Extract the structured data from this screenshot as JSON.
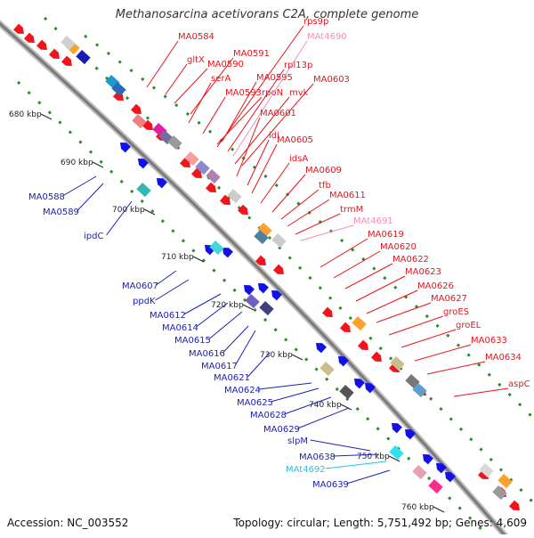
{
  "title": "Methanosarcina acetivorans C2A, complete genome",
  "footer": {
    "accession": "Accession: NC_003552",
    "topology": "Topology: circular; Length: 5,751,492 bp; Genes: 4,609"
  },
  "colors": {
    "forward_label": "#e8141b",
    "reverse_label": "#1f22b0",
    "trna_forward": "#f58fb5",
    "trna_reverse": "#22c3e6",
    "backbone": "#9a9a9a",
    "tick": "#2e8b2e"
  },
  "ticks": [
    {
      "kbp": 680,
      "label": "680 kbp"
    },
    {
      "kbp": 690,
      "label": "690 kbp"
    },
    {
      "kbp": 700,
      "label": "700 kbp"
    },
    {
      "kbp": 710,
      "label": "710 kbp"
    },
    {
      "kbp": 720,
      "label": "720 kbp"
    },
    {
      "kbp": 730,
      "label": "730 kbp"
    },
    {
      "kbp": 740,
      "label": "740 kbp"
    },
    {
      "kbp": 750,
      "label": "750 kbp"
    },
    {
      "kbp": 760,
      "label": "760 kbp"
    }
  ],
  "forward_genes": [
    {
      "name": "MA0584",
      "type": "gene"
    },
    {
      "name": "gltX",
      "type": "gene"
    },
    {
      "name": "MA0590",
      "type": "gene"
    },
    {
      "name": "MA0591",
      "type": "gene"
    },
    {
      "name": "serA",
      "type": "gene"
    },
    {
      "name": "MA0593",
      "type": "gene"
    },
    {
      "name": "rpoN",
      "type": "gene"
    },
    {
      "name": "MA0595",
      "type": "gene"
    },
    {
      "name": "rpl13p",
      "type": "gene"
    },
    {
      "name": "rps9p",
      "type": "gene"
    },
    {
      "name": "MAt4690",
      "type": "trna"
    },
    {
      "name": "mvk",
      "type": "gene"
    },
    {
      "name": "MA0603",
      "type": "gene"
    },
    {
      "name": "MA0601",
      "type": "gene"
    },
    {
      "name": "idi",
      "type": "gene"
    },
    {
      "name": "MA0605",
      "type": "gene"
    },
    {
      "name": "idsA",
      "type": "gene"
    },
    {
      "name": "MA0609",
      "type": "gene"
    },
    {
      "name": "tfb",
      "type": "gene"
    },
    {
      "name": "MA0611",
      "type": "gene"
    },
    {
      "name": "trmM",
      "type": "gene"
    },
    {
      "name": "MAt4691",
      "type": "trna"
    },
    {
      "name": "MA0619",
      "type": "gene"
    },
    {
      "name": "MA0620",
      "type": "gene"
    },
    {
      "name": "MA0622",
      "type": "gene"
    },
    {
      "name": "MA0623",
      "type": "gene"
    },
    {
      "name": "MA0626",
      "type": "gene"
    },
    {
      "name": "MA0627",
      "type": "gene"
    },
    {
      "name": "groES",
      "type": "gene"
    },
    {
      "name": "groEL",
      "type": "gene"
    },
    {
      "name": "MA0633",
      "type": "gene"
    },
    {
      "name": "MA0634",
      "type": "gene"
    },
    {
      "name": "aspC",
      "type": "gene"
    }
  ],
  "reverse_genes": [
    {
      "name": "MA0588",
      "type": "gene"
    },
    {
      "name": "MA0589",
      "type": "gene"
    },
    {
      "name": "ipdC",
      "type": "gene"
    },
    {
      "name": "MA0607",
      "type": "gene"
    },
    {
      "name": "ppdK",
      "type": "gene"
    },
    {
      "name": "MA0612",
      "type": "gene"
    },
    {
      "name": "MA0614",
      "type": "gene"
    },
    {
      "name": "MA0615",
      "type": "gene"
    },
    {
      "name": "MA0616",
      "type": "gene"
    },
    {
      "name": "MA0617",
      "type": "gene"
    },
    {
      "name": "MA0621",
      "type": "gene"
    },
    {
      "name": "MA0624",
      "type": "gene"
    },
    {
      "name": "MA0625",
      "type": "gene"
    },
    {
      "name": "MA0628",
      "type": "gene"
    },
    {
      "name": "MA0629",
      "type": "gene"
    },
    {
      "name": "slpM",
      "type": "gene"
    },
    {
      "name": "MA0638",
      "type": "gene"
    },
    {
      "name": "MAt4692",
      "type": "trna"
    },
    {
      "name": "MA0639",
      "type": "gene"
    }
  ]
}
